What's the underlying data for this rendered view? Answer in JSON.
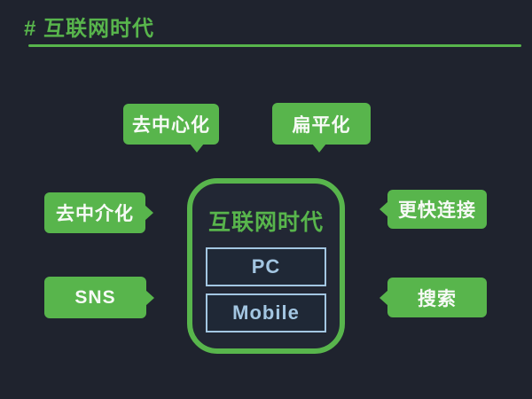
{
  "colors": {
    "background": "#1f232e",
    "green": "#58b54c",
    "blue": "#a3c6e2",
    "white": "#f7faf6"
  },
  "header": {
    "title": "# 互联网时代"
  },
  "diagram": {
    "center": {
      "title": "互联网时代",
      "items": [
        {
          "label": "PC"
        },
        {
          "label": "Mobile"
        }
      ]
    },
    "callouts": [
      {
        "id": "decentralization",
        "label": "去中心化",
        "tail": "bottom"
      },
      {
        "id": "flattening",
        "label": "扁平化",
        "tail": "bottom"
      },
      {
        "id": "disintermediation",
        "label": "去中介化",
        "tail": "right"
      },
      {
        "id": "sns",
        "label": "SNS",
        "tail": "right"
      },
      {
        "id": "faster-connection",
        "label": "更快连接",
        "tail": "left"
      },
      {
        "id": "search",
        "label": "搜索",
        "tail": "left"
      }
    ]
  }
}
